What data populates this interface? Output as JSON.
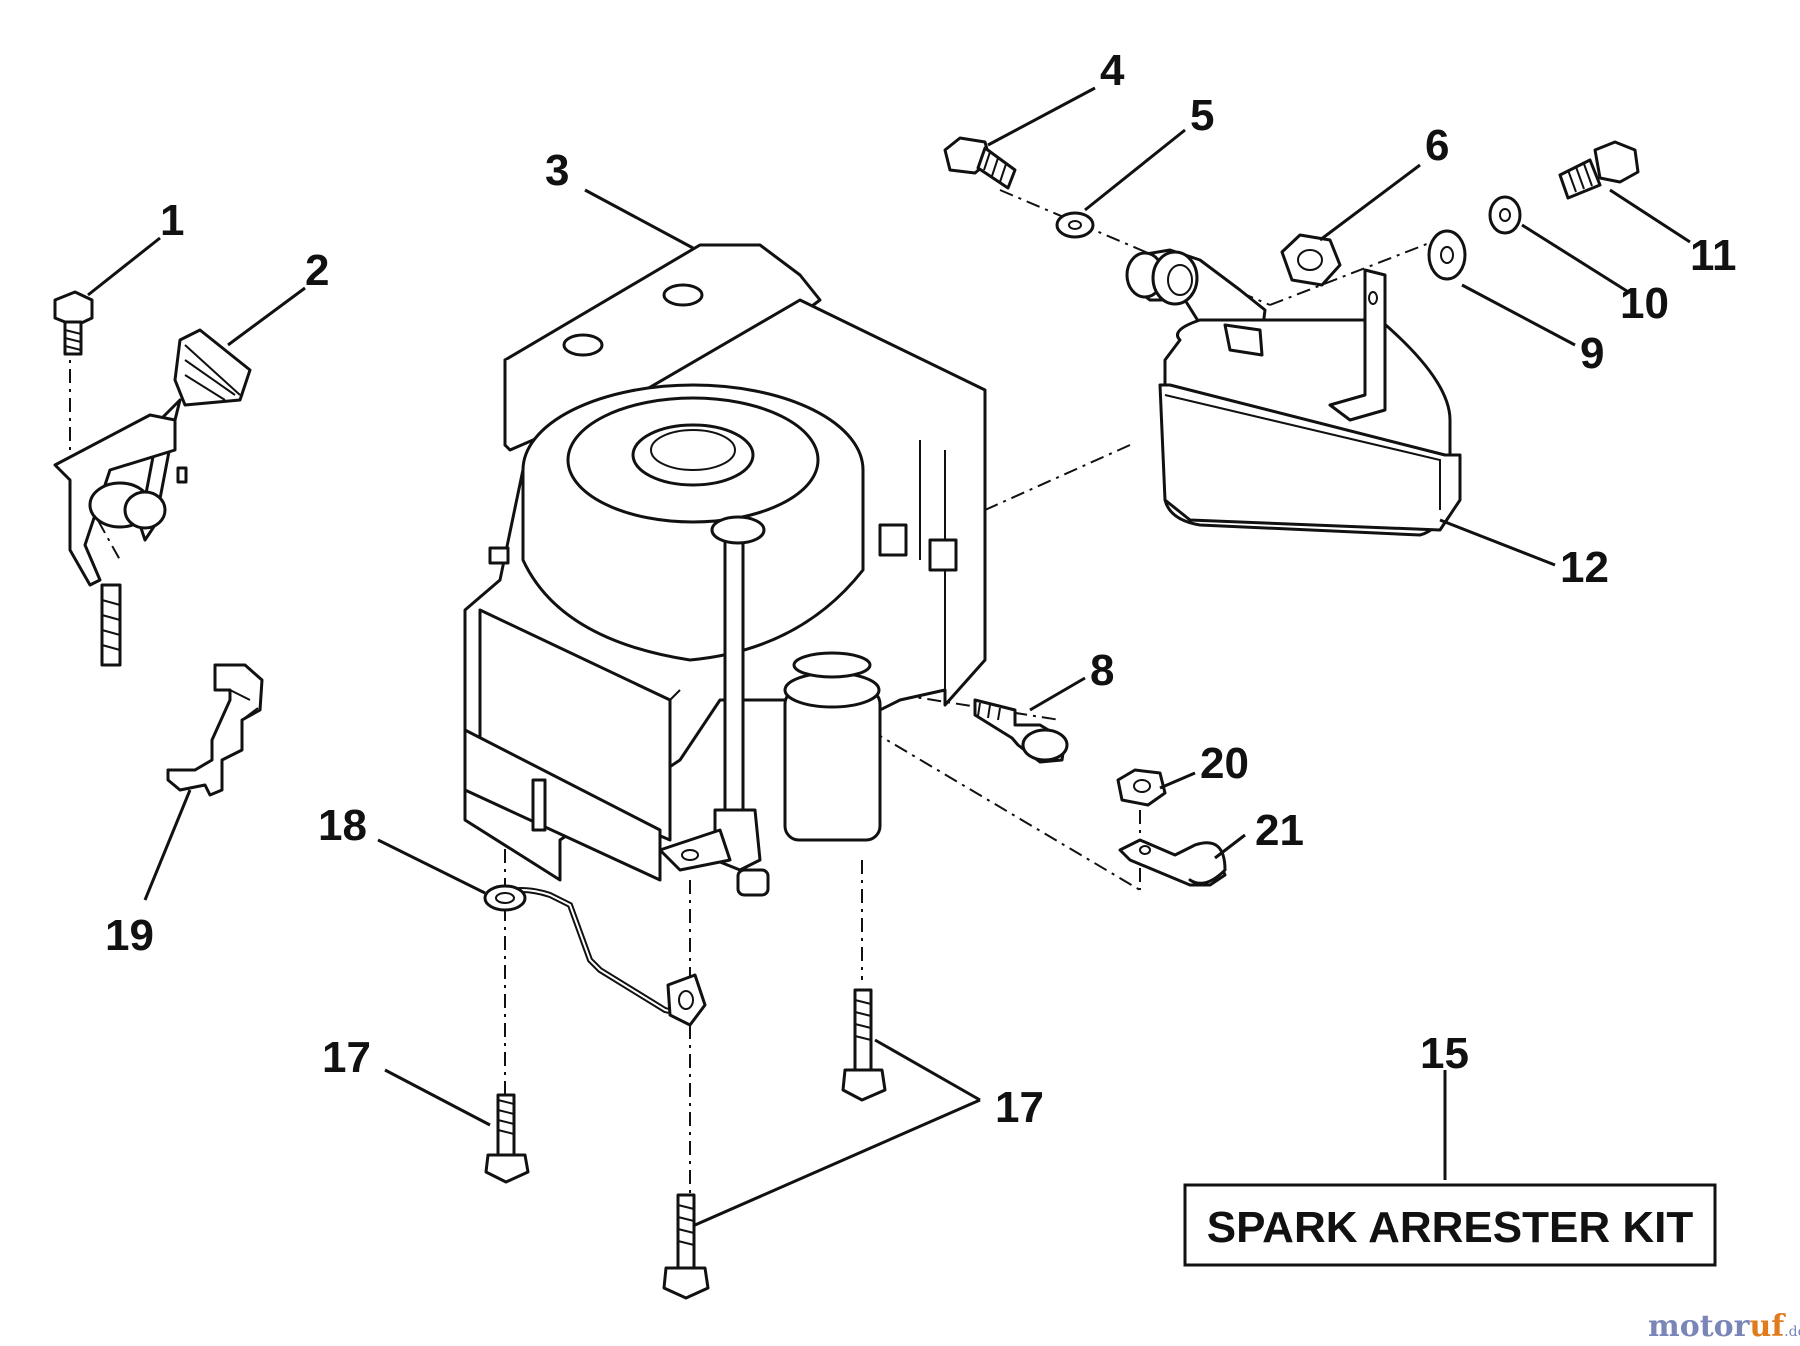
{
  "labels": {
    "p1": "1",
    "p2": "2",
    "p3": "3",
    "p4": "4",
    "p5": "5",
    "p6": "6",
    "p8": "8",
    "p9": "9",
    "p10": "10",
    "p11": "11",
    "p12": "12",
    "p15": "15",
    "p17a": "17",
    "p17b": "17",
    "p18": "18",
    "p19": "19",
    "p20": "20",
    "p21": "21"
  },
  "kit": {
    "text": "SPARK ARRESTER KIT"
  },
  "watermark": {
    "part1": "motor",
    "part2": "uf",
    "suffix": ".de"
  },
  "icons": [
    "engine",
    "muffler",
    "bolt",
    "washer",
    "gasket",
    "throttle-control",
    "bracket",
    "fuel-line",
    "nut",
    "clamp"
  ]
}
